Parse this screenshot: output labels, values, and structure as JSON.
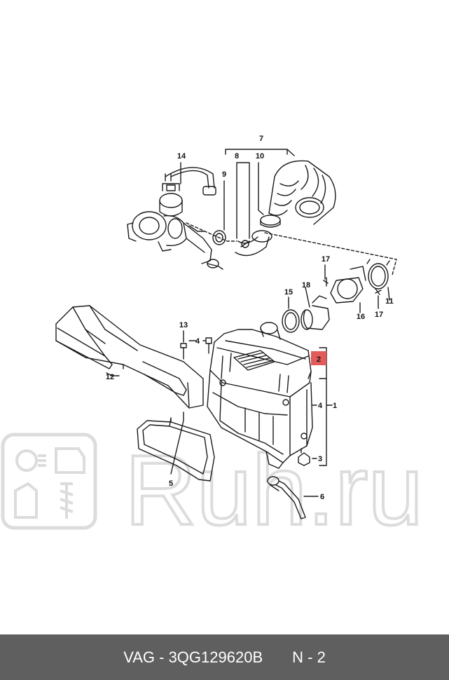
{
  "labels": {
    "l1": "1",
    "l2": "2",
    "l3": "3",
    "l4a": "4",
    "l4b": "4",
    "l5": "5",
    "l6": "6",
    "l7": "7",
    "l8": "8",
    "l9": "9",
    "l10": "10",
    "l11": "11",
    "l12": "12",
    "l13": "13",
    "l14": "14",
    "l15": "15",
    "l16": "16",
    "l17a": "17",
    "l17b": "17",
    "l18": "18"
  },
  "watermark": {
    "text": "Ruh.ru"
  },
  "footer": {
    "part": "VAG - 3QG129620B",
    "position": "N - 2"
  },
  "colors": {
    "highlight": "#e35a5a",
    "footer_bg": "#5f5f5f",
    "line": "#1a1a1a",
    "watermark": "#d9d9d9"
  }
}
